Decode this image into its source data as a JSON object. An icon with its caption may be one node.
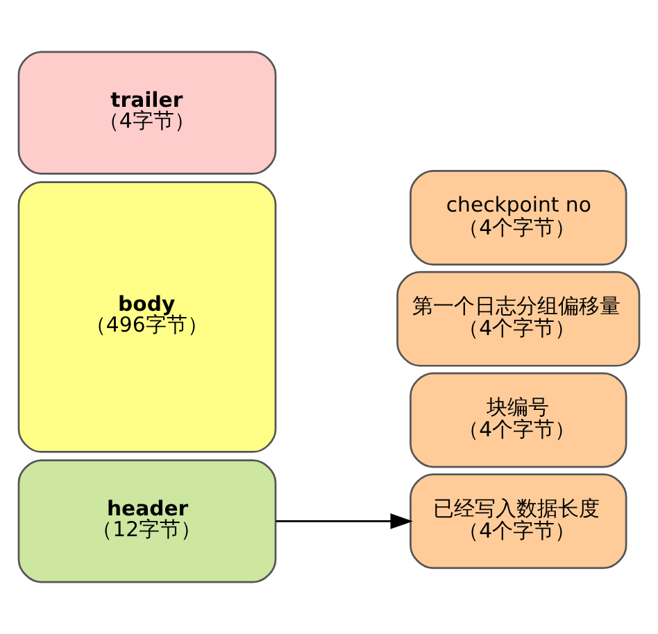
{
  "diagram": {
    "nodes": [
      {
        "text": [
          "header",
          "（12字节）"
        ]
      },
      {
        "text": [
          "body",
          "（496字节）"
        ]
      },
      {
        "text": [
          "trailer",
          "（4字节）"
        ]
      },
      {
        "text": [
          "块编号",
          "（4个字节）"
        ]
      },
      {
        "text": [
          "已经写入数据长度",
          "（4个字节）"
        ]
      },
      {
        "text": [
          "第一个日志分组偏移量",
          "（4个字节）"
        ]
      },
      {
        "text": [
          "checkpoint no",
          "（4个字节）"
        ]
      }
    ],
    "edges": [
      {
        "from": 0,
        "to": 4,
        "arrow": "to"
      }
    ]
  }
}
